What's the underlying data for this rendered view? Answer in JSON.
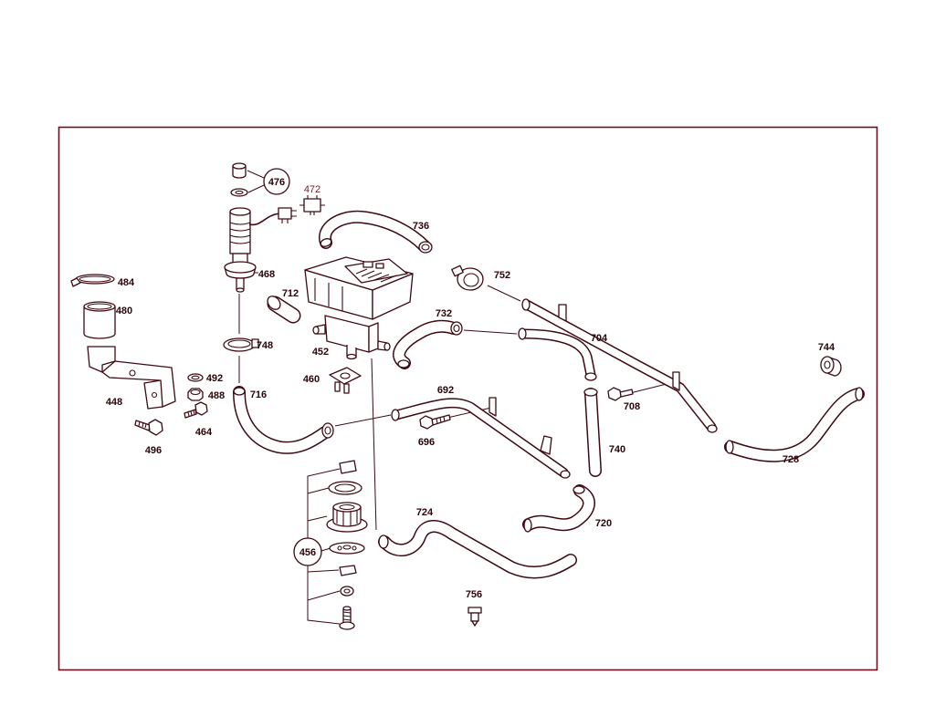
{
  "colors": {
    "line": "#3d0a12",
    "frame": "#6b1020",
    "label": "#2a0508",
    "background": "#ffffff"
  },
  "callouts": [
    "476",
    "472",
    "736",
    "468",
    "484",
    "480",
    "712",
    "752",
    "732",
    "704",
    "744",
    "748",
    "452",
    "492",
    "488",
    "460",
    "716",
    "692",
    "708",
    "448",
    "464",
    "496",
    "696",
    "740",
    "728",
    "724",
    "720",
    "456",
    "756"
  ]
}
